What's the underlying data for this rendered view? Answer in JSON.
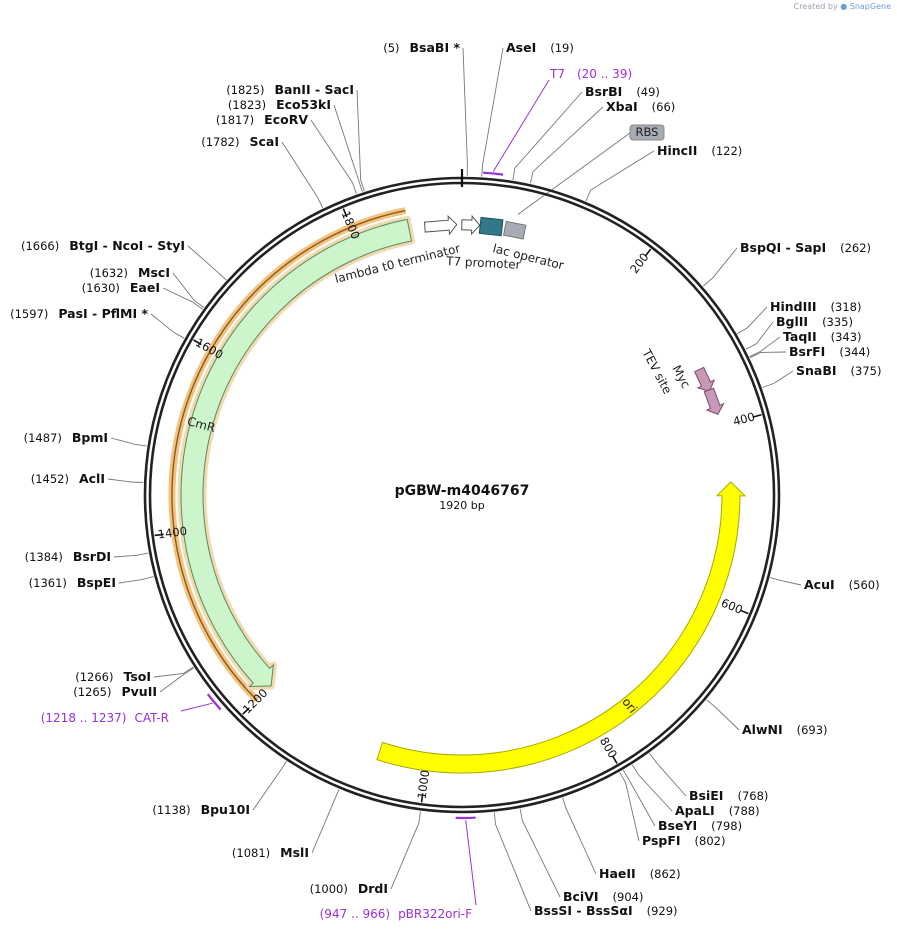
{
  "credit": {
    "prefix": "Created by",
    "brand": "SnapGene"
  },
  "plasmid": {
    "name": "pGBW-m4046767",
    "length_text": "1920 bp",
    "length": 1920
  },
  "ticks": [
    {
      "pos": 200,
      "label": "200"
    },
    {
      "pos": 400,
      "label": "400"
    },
    {
      "pos": 600,
      "label": "600"
    },
    {
      "pos": 800,
      "label": "800"
    },
    {
      "pos": 1000,
      "label": "1000"
    },
    {
      "pos": 1200,
      "label": "1200"
    },
    {
      "pos": 1400,
      "label": "1400"
    },
    {
      "pos": 1600,
      "label": "1600"
    },
    {
      "pos": 1800,
      "label": "1800"
    }
  ],
  "sites": [
    {
      "name": "BsaBI *",
      "pos": 5,
      "pos_text": "(5)"
    },
    {
      "name": "AseI",
      "pos": 19,
      "pos_text": "(19)"
    },
    {
      "name": "BsrBI",
      "pos": 49,
      "pos_text": "(49)"
    },
    {
      "name": "XbaI",
      "pos": 66,
      "pos_text": "(66)"
    },
    {
      "name": "HincII",
      "pos": 122,
      "pos_text": "(122)"
    },
    {
      "name": "BspQI - SapI",
      "pos": 262,
      "pos_text": "(262)"
    },
    {
      "name": "HindIII",
      "pos": 318,
      "pos_text": "(318)"
    },
    {
      "name": "BglII",
      "pos": 335,
      "pos_text": "(335)"
    },
    {
      "name": "TaqII",
      "pos": 343,
      "pos_text": "(343)"
    },
    {
      "name": "BsrFI",
      "pos": 344,
      "pos_text": "(344)"
    },
    {
      "name": "SnaBI",
      "pos": 375,
      "pos_text": "(375)"
    },
    {
      "name": "AcuI",
      "pos": 560,
      "pos_text": "(560)"
    },
    {
      "name": "AlwNI",
      "pos": 693,
      "pos_text": "(693)"
    },
    {
      "name": "BsiEI",
      "pos": 768,
      "pos_text": "(768)"
    },
    {
      "name": "ApaLI",
      "pos": 788,
      "pos_text": "(788)"
    },
    {
      "name": "BseYI",
      "pos": 798,
      "pos_text": "(798)"
    },
    {
      "name": "PspFI",
      "pos": 802,
      "pos_text": "(802)"
    },
    {
      "name": "HaeII",
      "pos": 862,
      "pos_text": "(862)"
    },
    {
      "name": "BciVI",
      "pos": 904,
      "pos_text": "(904)"
    },
    {
      "name": "BssSI - BssSαI",
      "pos": 929,
      "pos_text": "(929)"
    },
    {
      "name": "DrdI",
      "pos": 1000,
      "pos_text": "(1000)"
    },
    {
      "name": "MslI",
      "pos": 1081,
      "pos_text": "(1081)"
    },
    {
      "name": "Bpu10I",
      "pos": 1138,
      "pos_text": "(1138)"
    },
    {
      "name": "PvuII",
      "pos": 1265,
      "pos_text": "(1265)"
    },
    {
      "name": "TsoI",
      "pos": 1266,
      "pos_text": "(1266)"
    },
    {
      "name": "BspEI",
      "pos": 1361,
      "pos_text": "(1361)"
    },
    {
      "name": "BsrDI",
      "pos": 1384,
      "pos_text": "(1384)"
    },
    {
      "name": "AclI",
      "pos": 1452,
      "pos_text": "(1452)"
    },
    {
      "name": "BpmI",
      "pos": 1487,
      "pos_text": "(1487)"
    },
    {
      "name": "PasI - PflMI *",
      "pos": 1597,
      "pos_text": "(1597)"
    },
    {
      "name": "EaeI",
      "pos": 1630,
      "pos_text": "(1630)"
    },
    {
      "name": "MscI",
      "pos": 1632,
      "pos_text": "(1632)"
    },
    {
      "name": "BtgI - NcoI - StyI",
      "pos": 1666,
      "pos_text": "(1666)"
    },
    {
      "name": "ScaI",
      "pos": 1782,
      "pos_text": "(1782)"
    },
    {
      "name": "EcoRV",
      "pos": 1817,
      "pos_text": "(1817)"
    },
    {
      "name": "Eco53kI",
      "pos": 1823,
      "pos_text": "(1823)"
    },
    {
      "name": "BanII - SacI",
      "pos": 1825,
      "pos_text": "(1825)"
    }
  ],
  "primers": [
    {
      "name": "T7",
      "range_text": "(20 .. 39)",
      "start": 20,
      "end": 39
    },
    {
      "name": "pBR322ori-F",
      "range_text": "(947 .. 966)",
      "start": 947,
      "end": 966
    },
    {
      "name": "CAT-R",
      "range_text": "(1218 .. 1237)",
      "start": 1218,
      "end": 1237
    }
  ],
  "features": [
    {
      "name": "CmR",
      "start": 1200,
      "end": 1860,
      "direction": "reverse",
      "color": "#ccf5cc",
      "type": "CDS"
    },
    {
      "name": "ori",
      "start": 465,
      "end": 1055,
      "direction": "reverse",
      "color": "#ffff00",
      "type": "rep_origin"
    },
    {
      "name": "lambda t0 terminator",
      "start": 1880,
      "end": 1913,
      "direction": "forward",
      "color": "#ffffff",
      "type": "terminator"
    },
    {
      "name": "T7 promoter",
      "start": 1,
      "end": 19,
      "direction": "forward",
      "color": "#ffffff",
      "type": "promoter"
    },
    {
      "name": "lac operator",
      "start": 20,
      "end": 44,
      "direction": "none",
      "color": "#31788a",
      "type": "protein_bind"
    },
    {
      "name": "RBS",
      "start": 55,
      "end": 68,
      "direction": "none",
      "color": "#a6abb4",
      "type": "RBS"
    },
    {
      "name": "TEV site",
      "start": 335,
      "end": 356,
      "direction": "forward",
      "color": "#c898b8",
      "type": "misc_feature"
    },
    {
      "name": "Myc",
      "start": 358,
      "end": 388,
      "direction": "forward",
      "color": "#c898b8",
      "type": "misc_feature"
    }
  ],
  "colors": {
    "primer": "#9b30d8",
    "cmr_fill": "#ccf5cc",
    "cmr_outline": "#f0c890",
    "ori_fill": "#ffff00",
    "backbone": "#222222"
  }
}
